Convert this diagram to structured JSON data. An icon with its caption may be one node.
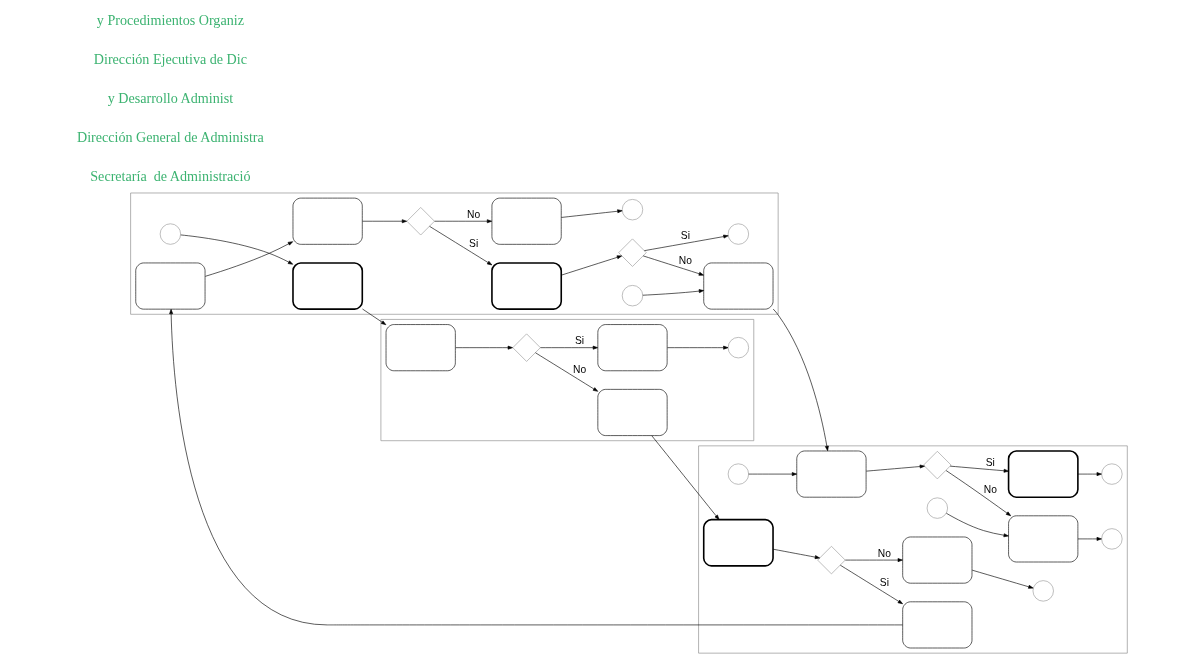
{
  "diagram": {
    "nodes": [
      {
        "text": [],
        "shape": "band"
      },
      {
        "text": [],
        "shape": "circle",
        "in": 0
      },
      {
        "text": [],
        "shape": "box",
        "in": 0
      },
      {
        "text": [],
        "shape": "box",
        "in": 0
      },
      {
        "text": [],
        "shape": "box",
        "in": 0
      },
      {
        "text": [],
        "shape": "diamond",
        "in": 0
      },
      {
        "text": [],
        "shape": "box",
        "in": 0
      },
      {
        "text": [],
        "shape": "diamond",
        "in": 0
      },
      {
        "text": [],
        "shape": "circle",
        "in": 0
      },
      {
        "text": [],
        "shape": "box",
        "in": 0
      },
      {
        "text": [],
        "shape": "circle",
        "in": 0
      },
      {
        "text": [],
        "shape": "box",
        "in": 0
      },
      {
        "text": [],
        "shape": "circle",
        "in": 0
      },
      {
        "text": [],
        "shape": "band"
      },
      {
        "text": [],
        "shape": "box",
        "in": 13
      },
      {
        "text": [],
        "shape": "diamond",
        "in": 13
      },
      {
        "text": [],
        "shape": "box",
        "in": 13
      },
      {
        "text": [],
        "shape": "circle",
        "in": 13
      },
      {
        "text": [],
        "shape": "box",
        "in": 13
      },
      {
        "text": [],
        "shape": "band"
      },
      {
        "text": [],
        "shape": "box",
        "in": 19
      },
      {
        "text": [],
        "shape": "diamond",
        "in": 19
      },
      {
        "text": [],
        "shape": "box",
        "in": 19
      },
      {
        "text": [],
        "shape": "box",
        "in": 19
      },
      {
        "text": [],
        "shape": "circle",
        "in": 19
      },
      {
        "text": [],
        "shape": "circle",
        "in": 19
      },
      {
        "text": [],
        "shape": "box",
        "in": 19
      },
      {
        "text": [],
        "shape": "diamond",
        "in": 19
      },
      {
        "text": [],
        "shape": "box",
        "in": 19
      },
      {
        "text": [],
        "shape": "box",
        "in": 19
      },
      {
        "text": [],
        "shape": "circle",
        "in": 19
      },
      {
        "text": [],
        "shape": "circle",
        "in": 19
      },
      {
        "text": [],
        "shape": "circle",
        "in": 19
      }
    ],
    "edges": [
      {
        "from": 1,
        "to": 2,
        "arrow": "to"
      },
      {
        "from": 2,
        "to": 14,
        "arrow": "to"
      },
      {
        "from": 14,
        "to": 15,
        "arrow": "to"
      },
      {
        "from": 15,
        "to": 16,
        "arrow": "to",
        "label": "Si"
      },
      {
        "from": 15,
        "to": 18,
        "arrow": "to",
        "label": "No"
      },
      {
        "from": 16,
        "to": 17,
        "arrow": "to"
      },
      {
        "from": 18,
        "to": 20,
        "arrow": "to"
      },
      {
        "from": 20,
        "to": 21,
        "arrow": "to"
      },
      {
        "from": 21,
        "to": 22,
        "arrow": "to",
        "label": "Si"
      },
      {
        "from": 21,
        "to": 23,
        "arrow": "to",
        "label": "No"
      },
      {
        "from": 23,
        "to": 24,
        "arrow": "to"
      },
      {
        "from": 22,
        "to": 3,
        "arrow": "to"
      },
      {
        "from": 3,
        "to": 4,
        "arrow": "to"
      },
      {
        "from": 4,
        "to": 5,
        "arrow": "to"
      },
      {
        "from": 5,
        "to": 6,
        "arrow": "to",
        "label": "Si"
      },
      {
        "from": 5,
        "to": 9,
        "arrow": "to",
        "label": "No"
      },
      {
        "from": 9,
        "to": 10,
        "arrow": "to"
      },
      {
        "from": 6,
        "to": 7,
        "arrow": "to"
      },
      {
        "from": 7,
        "to": 8,
        "arrow": "to",
        "label": "Si"
      },
      {
        "from": 7,
        "to": 11,
        "arrow": "to",
        "label": "No"
      },
      {
        "from": 12,
        "to": 11,
        "arrow": "to"
      },
      {
        "from": 11,
        "to": 26,
        "arrow": "to"
      },
      {
        "from": 25,
        "to": 26,
        "arrow": "to"
      },
      {
        "from": 26,
        "to": 27,
        "arrow": "to"
      },
      {
        "from": 27,
        "to": 28,
        "arrow": "to",
        "label": "Si"
      },
      {
        "from": 27,
        "to": 29,
        "arrow": "to",
        "label": "No"
      },
      {
        "from": 28,
        "to": 32,
        "arrow": "to"
      },
      {
        "from": 29,
        "to": 30,
        "arrow": "to"
      },
      {
        "from": 31,
        "to": 29,
        "arrow": "to"
      }
    ],
    "labels": [
      "Secretaría  de Administració",
      "Dirección General de Administra",
      "y Desarrollo Administ",
      "Dirección Ejecutiva de Dic",
      "y Procedimientos Organiz"
    ]
  }
}
